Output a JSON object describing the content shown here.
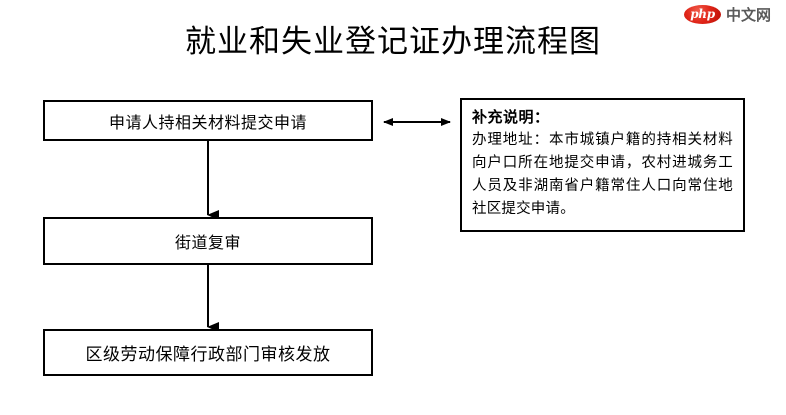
{
  "title": "就业和失业登记证办理流程图",
  "flow": {
    "steps": [
      {
        "id": "step-1",
        "label": "申请人持相关材料提交申请"
      },
      {
        "id": "step-2",
        "label": "街道复审"
      },
      {
        "id": "step-3",
        "label": "区级劳动保障行政部门审核发放"
      }
    ]
  },
  "note": {
    "heading": "补充说明：",
    "body": "办理地址：本市城镇户籍的持相关材料向户口所在地提交申请，农村进城务工人员及非湖南省户籍常住人口向常住地社区提交申请。"
  },
  "watermark": {
    "badge_text": "php",
    "site_text": "中文网",
    "badge_color": "#e02518",
    "site_color": "#5a5a5a"
  },
  "colors": {
    "stroke": "#000000",
    "background": "#ffffff",
    "text": "#000000"
  },
  "connectors": [
    {
      "id": "arrow-step1-to-note",
      "type": "double-headed-horizontal"
    },
    {
      "id": "arrow-step1-to-step2",
      "type": "down-arrow"
    },
    {
      "id": "arrow-step2-to-step3",
      "type": "down-arrow"
    }
  ]
}
